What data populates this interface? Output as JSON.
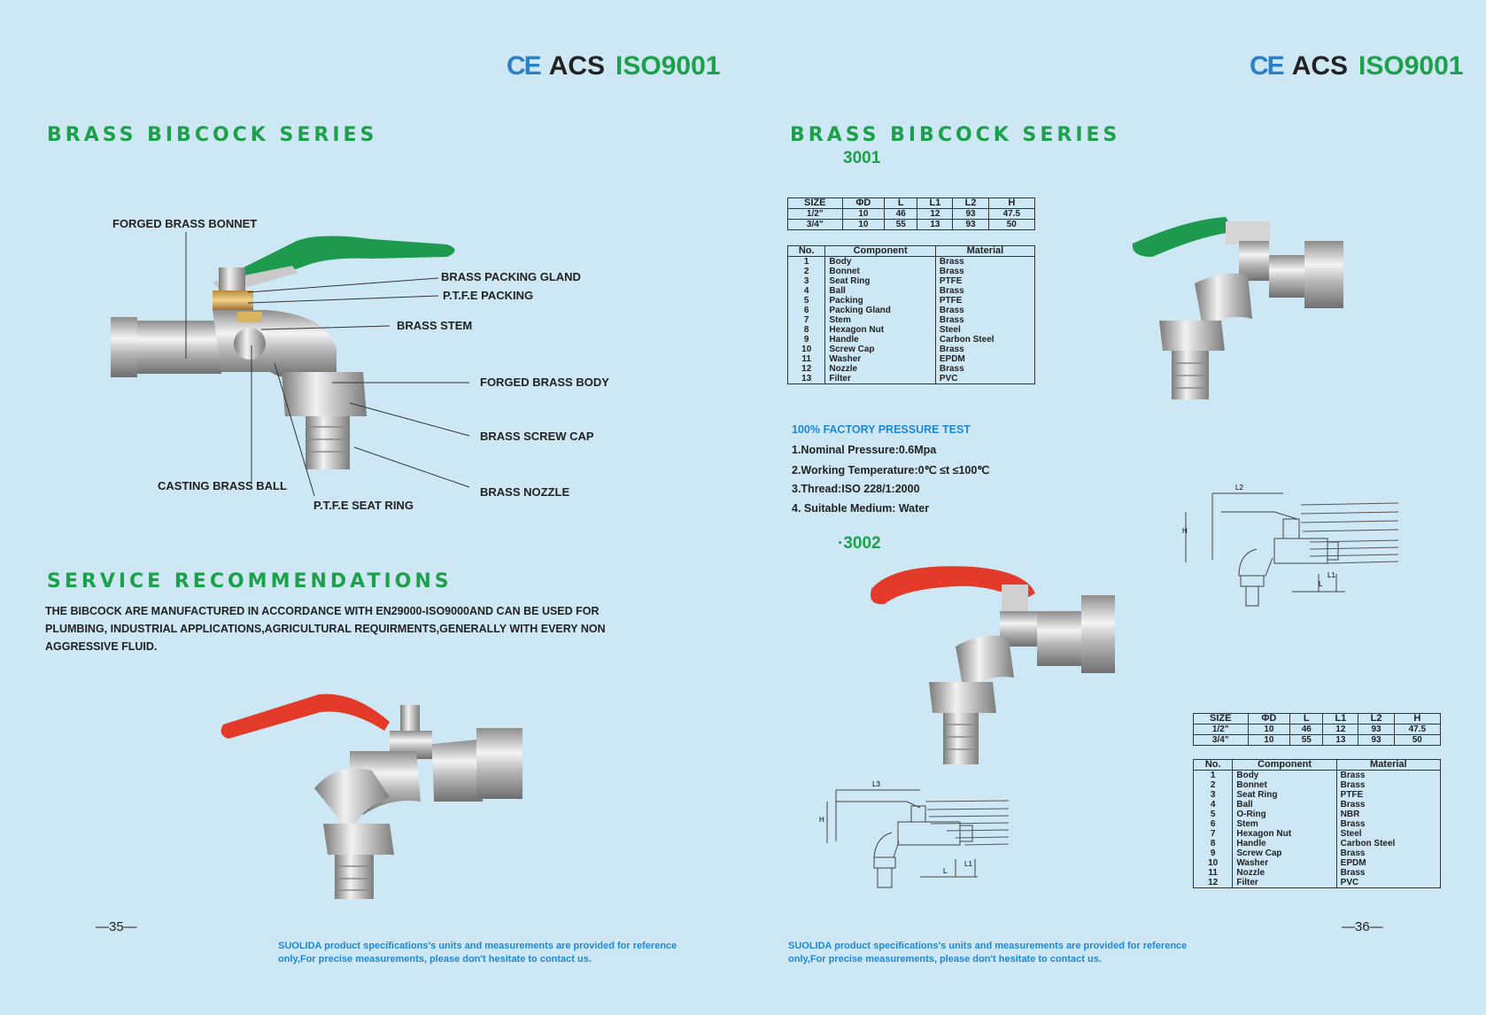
{
  "certifications": {
    "ce": "CE",
    "acs": "ACS",
    "iso": "ISO9001"
  },
  "left": {
    "title": "BRASS BIBCOCK SERIES",
    "callouts": {
      "forged_bonnet": "FORGED BRASS BONNET",
      "packing_gland": "BRASS PACKING GLAND",
      "ptfe_packing": "P.T.F.E PACKING",
      "stem": "BRASS STEM",
      "forged_body": "FORGED BRASS BODY",
      "screw_cap": "BRASS SCREW CAP",
      "nozzle": "BRASS NOZZLE",
      "casting_ball": "CASTING BRASS BALL",
      "seat_ring": "P.T.F.E SEAT RING"
    },
    "service_title": "SERVICE RECOMMENDATIONS",
    "service_text": "THE BIBCOCK ARE MANUFACTURED IN ACCORDANCE WITH EN29000-ISO9000AND CAN BE USED FOR PLUMBING, INDUSTRIAL APPLICATIONS,AGRICULTURAL REQUIRMENTS,GENERALLY WITH EVERY NON AGGRESSIVE FLUID.",
    "page_number": "—35—",
    "footnote": "SUOLIDA product specifications's units and  measurements are provided for reference only,For precise measurements, please don't hesitate to contact us."
  },
  "right": {
    "title": "BRASS BIBCOCK SERIES",
    "model_3001": "3001",
    "model_3002": "·3002",
    "size_headers": [
      "SIZE",
      "ΦD",
      "L",
      "L1",
      "L2",
      "H"
    ],
    "size_rows": [
      [
        "1/2\"",
        "10",
        "46",
        "12",
        "93",
        "47.5"
      ],
      [
        "3/4\"",
        "10",
        "55",
        "13",
        "93",
        "50"
      ]
    ],
    "comp_headers": [
      "No.",
      "Component",
      "Material"
    ],
    "comp_rows_3001": [
      [
        "1",
        "Body",
        "Brass"
      ],
      [
        "2",
        "Bonnet",
        "Brass"
      ],
      [
        "3",
        "Seat Ring",
        "PTFE"
      ],
      [
        "4",
        "Ball",
        "Brass"
      ],
      [
        "5",
        "Packing",
        "PTFE"
      ],
      [
        "6",
        "Packing Gland",
        "Brass"
      ],
      [
        "7",
        "Stem",
        "Brass"
      ],
      [
        "8",
        "Hexagon Nut",
        "Steel"
      ],
      [
        "9",
        "Handle",
        "Carbon Steel"
      ],
      [
        "10",
        "Screw Cap",
        "Brass"
      ],
      [
        "11",
        "Washer",
        "EPDM"
      ],
      [
        "12",
        "Nozzle",
        "Brass"
      ],
      [
        "13",
        "Filter",
        "PVC"
      ]
    ],
    "comp_rows_3002": [
      [
        "1",
        "Body",
        "Brass"
      ],
      [
        "2",
        "Bonnet",
        "Brass"
      ],
      [
        "3",
        "Seat Ring",
        "PTFE"
      ],
      [
        "4",
        "Ball",
        "Brass"
      ],
      [
        "5",
        "O-Ring",
        "NBR"
      ],
      [
        "6",
        "Stem",
        "Brass"
      ],
      [
        "7",
        "Hexagon Nut",
        "Steel"
      ],
      [
        "8",
        "Handle",
        "Carbon Steel"
      ],
      [
        "9",
        "Screw Cap",
        "Brass"
      ],
      [
        "10",
        "Washer",
        "EPDM"
      ],
      [
        "11",
        "Nozzle",
        "Brass"
      ],
      [
        "12",
        "Filter",
        "PVC"
      ]
    ],
    "pressure_title": "100% FACTORY PRESSURE TEST",
    "pressure_items": [
      "1.Nominal Pressure:0.6Mpa",
      "2.Working Temperature:0℃ ≤t ≤100℃",
      "3.Thread:ISO 228/1:2000",
      "4. Suitable Medium: Water"
    ],
    "drawing_labels": {
      "l2": "L2",
      "l3": "L3",
      "h": "H",
      "l": "L",
      "l1": "L1"
    },
    "page_number": "—36—",
    "footnote": "SUOLIDA product specifications's units and  measurements are provided for reference only,For precise measurements, please don't hesitate to contact us."
  },
  "colors": {
    "background": "#cde7f5",
    "green": "#1ca04a",
    "blue": "#1e88d8",
    "handle_green": "#1e9a4e",
    "handle_red": "#e33a2a"
  }
}
